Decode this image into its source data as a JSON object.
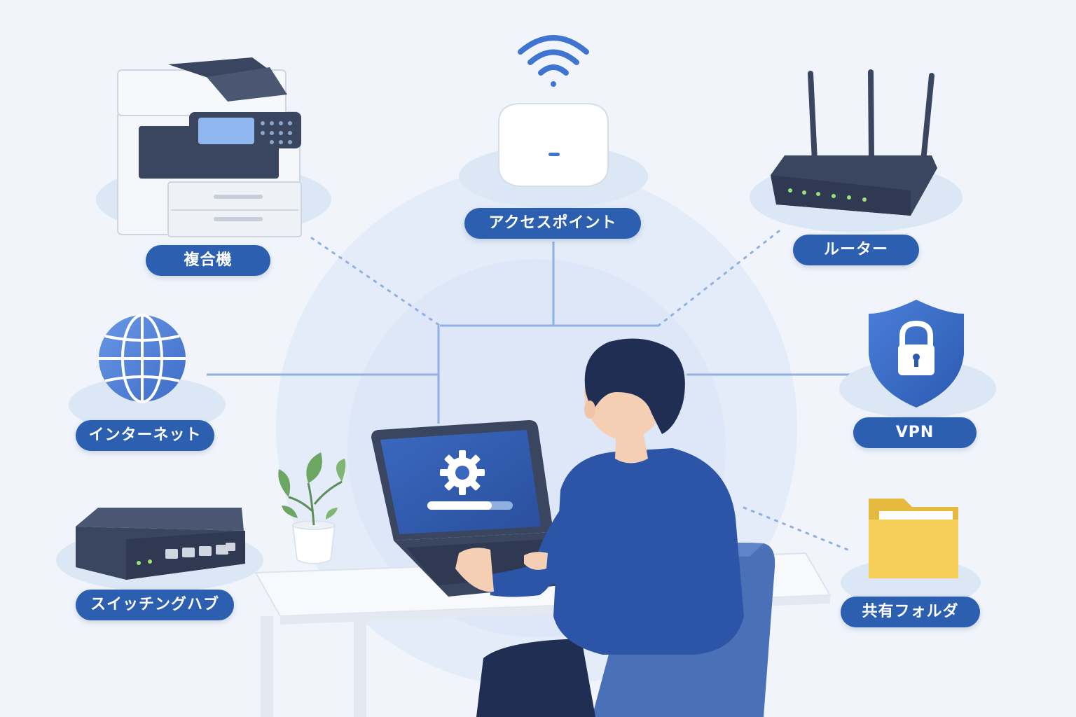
{
  "labels": {
    "mfp": "複合機",
    "access_point": "アクセスポイント",
    "router": "ルーター",
    "internet": "インターネット",
    "vpn": "VPN",
    "switching_hub": "スイッチングハブ",
    "shared_folder": "共有フォルダ"
  },
  "colors": {
    "background": "#f1f5fb",
    "label_pill": "#2c5fb0",
    "connector": "#8fb0e0",
    "device_dark": "#3a4660",
    "accent_blue": "#3f74d1",
    "folder_yellow": "#f5cf5a"
  },
  "icons": [
    "printer-icon",
    "wifi-icon",
    "router-icon",
    "globe-icon",
    "shield-lock-icon",
    "switch-icon",
    "folder-icon",
    "gear-icon"
  ]
}
